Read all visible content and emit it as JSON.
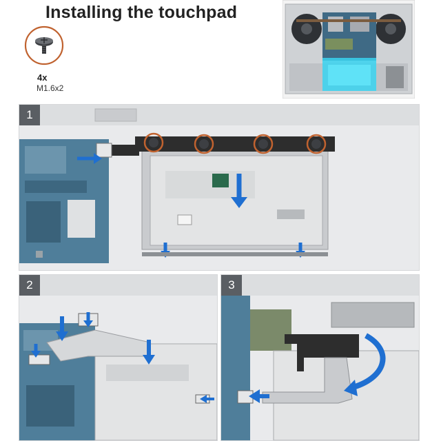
{
  "title": "Installing the touchpad",
  "screw": {
    "quantity": "4x",
    "size": "M1.6x2",
    "icon": "screw-icon"
  },
  "steps": [
    {
      "number": "1"
    },
    {
      "number": "2"
    },
    {
      "number": "3"
    }
  ],
  "colors": {
    "screw_ring": "#c0622f",
    "arrow": "#1f6fd1",
    "highlight": "#38d3f0",
    "board": "#4f7e9a",
    "cable": "#2d2d2d",
    "touchpad": "#e3e4e5"
  }
}
